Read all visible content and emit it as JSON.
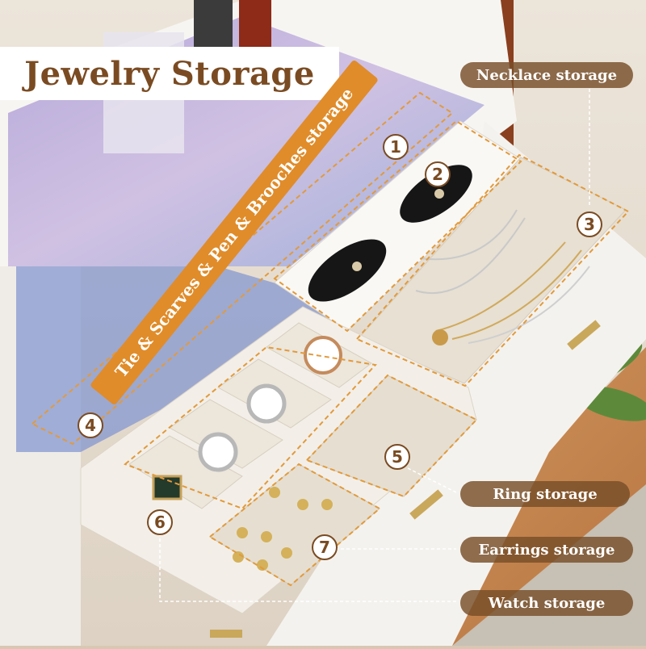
{
  "title": "Jewelry Storage",
  "diagonal_label": "Tie & Scarves & Pen & Brooches storage",
  "callouts": [
    {
      "text": "Necklace storage"
    },
    {
      "text": "Ring storage"
    },
    {
      "text": "Earrings storage"
    },
    {
      "text": "Watch storage"
    }
  ],
  "markers": [
    "1",
    "2",
    "3",
    "4",
    "5",
    "6",
    "7"
  ],
  "colors": {
    "title_text": "#7a4b22",
    "callout_bg": "#784e28",
    "diag_label_bg": "#e08c2a",
    "dash_line": "#e29a3c",
    "cabinet": "#f7f5f2",
    "velvet": "#e7e0d3",
    "glass_tint": "#b8a6d6",
    "floor": "#c98a55"
  }
}
